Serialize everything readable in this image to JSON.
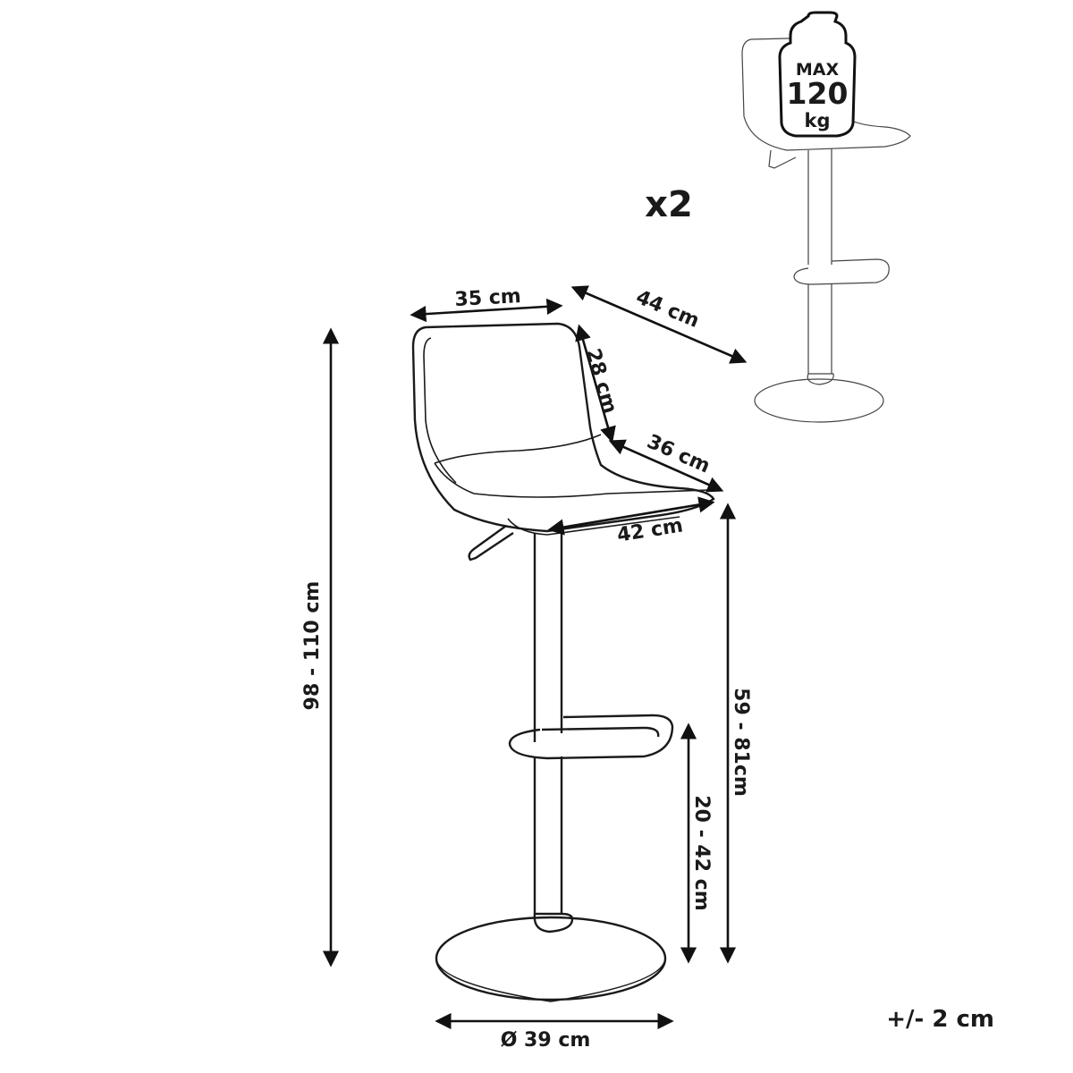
{
  "quantity": "x2",
  "tolerance": "+/- 2 cm",
  "weight_badge": {
    "line1": "MAX",
    "line2": "120",
    "line3": "kg"
  },
  "dimensions": {
    "back_width": "35 cm",
    "total_depth": "44 cm",
    "back_height": "28 cm",
    "seat_depth": "36 cm",
    "seat_width": "42 cm",
    "total_height": "98 - 110 cm",
    "seat_height": "59 - 81cm",
    "footrest_height": "20 - 42 cm",
    "base_diameter": "Ø 39 cm"
  }
}
